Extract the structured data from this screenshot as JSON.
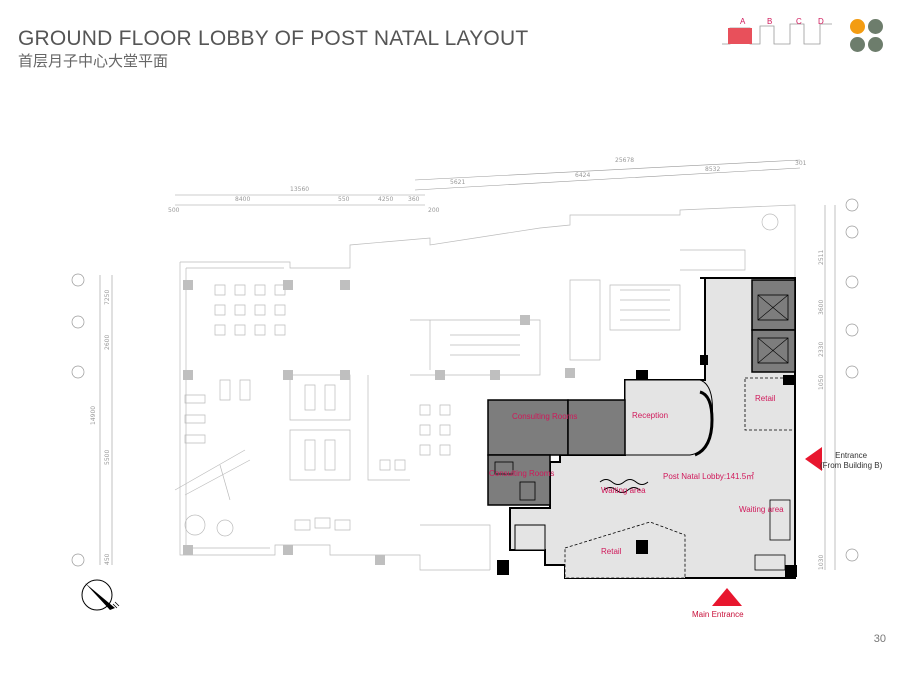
{
  "header": {
    "title": "GROUND FLOOR LOBBY OF POST NATAL LAYOUT",
    "subtitle": "首层月子中心大堂平面"
  },
  "key_plan": {
    "sections": [
      "A",
      "B",
      "C",
      "D"
    ],
    "active_color": "#e8505b",
    "dot_colors": [
      "#f39c12",
      "#6d7d6c",
      "#6d7d6c",
      "#6d7d6c"
    ]
  },
  "rooms": {
    "consulting_upper": "Consulting Rooms",
    "consulting_lower": "Consulting Rooms",
    "reception": "Reception",
    "retail_right": "Retail",
    "retail_bottom": "Retail",
    "lobby": "Post Natal Lobby:141.5㎡",
    "waiting_left": "Waiting area",
    "waiting_right": "Waiting area"
  },
  "entrances": {
    "side_line1": "Entrance",
    "side_line2": "(From Building B)",
    "main": "Main Entrance"
  },
  "dimensions": {
    "top_total": "13560",
    "top_a": "8400",
    "top_b": "550",
    "top_c": "4250",
    "top_d": "360",
    "top_left": "500",
    "top_right_small": "200",
    "upper_total": "25678",
    "upper_a": "5621",
    "upper_b": "6424",
    "upper_c": "8532",
    "upper_d": "301",
    "left_total": "14900",
    "left_a": "7250",
    "left_b": "2600",
    "left_c": "5500",
    "left_d": "450",
    "right_a": "2511",
    "right_b": "3600",
    "right_c": "2330",
    "right_d": "1050",
    "right_e": "1030"
  },
  "colors": {
    "highlight_fill": "#e4e4e4",
    "consult_fill": "#7d7d7d",
    "accent": "#e8162e"
  },
  "page": {
    "number": "30"
  }
}
